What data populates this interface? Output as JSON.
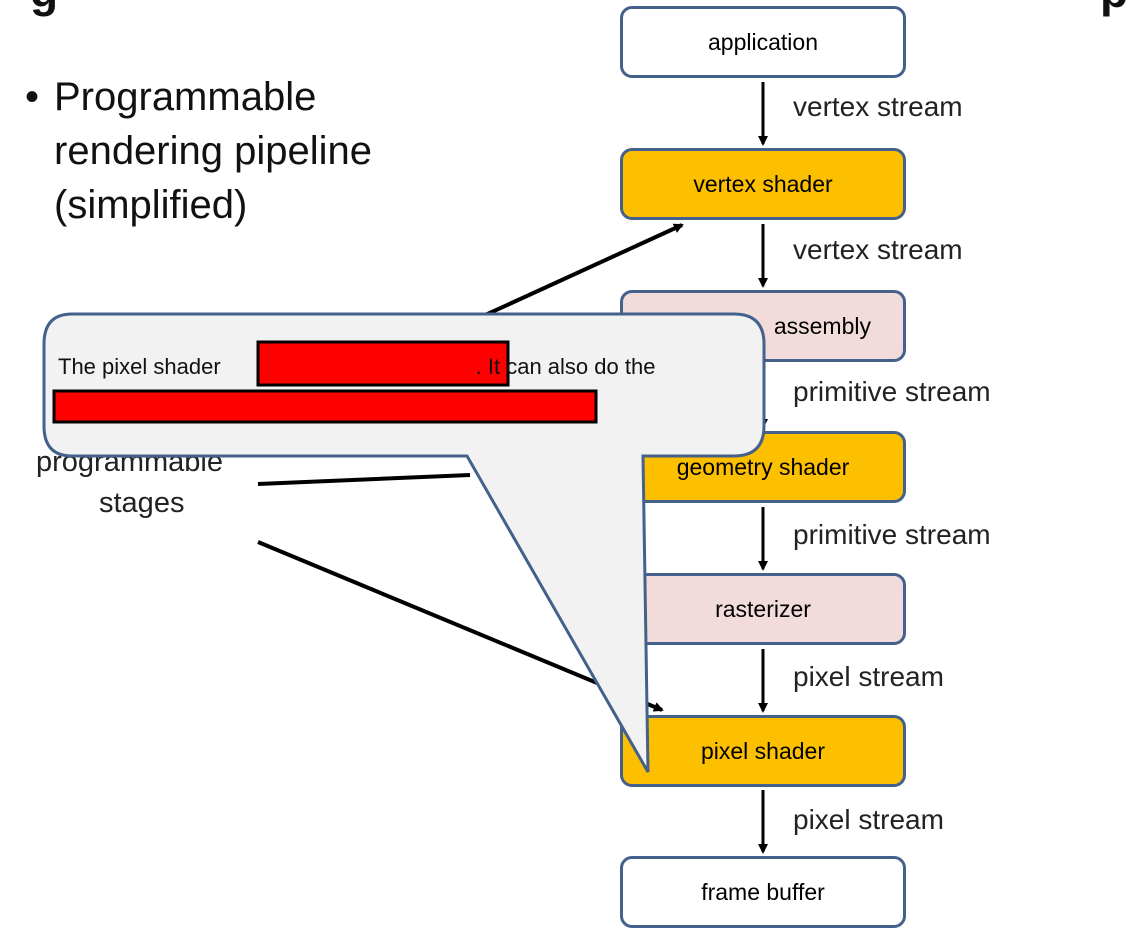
{
  "slide": {
    "title_left_partial": "g",
    "title_right_partial": "p",
    "bullet_marker": "•",
    "bullet_text": "Programmable rendering pipeline (simplified)",
    "side_label_top": "programmable",
    "side_label_bottom": "stages"
  },
  "pipeline": {
    "stages": [
      {
        "label": "application",
        "kind": "fixed-endpoint"
      },
      {
        "label": "vertex shader",
        "kind": "programmable"
      },
      {
        "label": "assembly",
        "kind": "fixed"
      },
      {
        "label": "geometry shader",
        "kind": "programmable"
      },
      {
        "label": "rasterizer",
        "kind": "fixed"
      },
      {
        "label": "pixel shader",
        "kind": "programmable"
      },
      {
        "label": "frame buffer",
        "kind": "fixed-endpoint"
      }
    ],
    "streams": [
      "vertex stream",
      "vertex stream",
      "primitive stream",
      "primitive stream",
      "pixel stream",
      "pixel stream"
    ]
  },
  "callout": {
    "text_before": "The pixel shader",
    "text_after": ". It can also do the",
    "redaction_color": "#ff0000"
  },
  "colors": {
    "programmable": "#fdc000",
    "fixed": "#f2dcdb",
    "endpoint": "#ffffff",
    "border": "#44618c",
    "callout_fill": "#f2f2f2"
  }
}
